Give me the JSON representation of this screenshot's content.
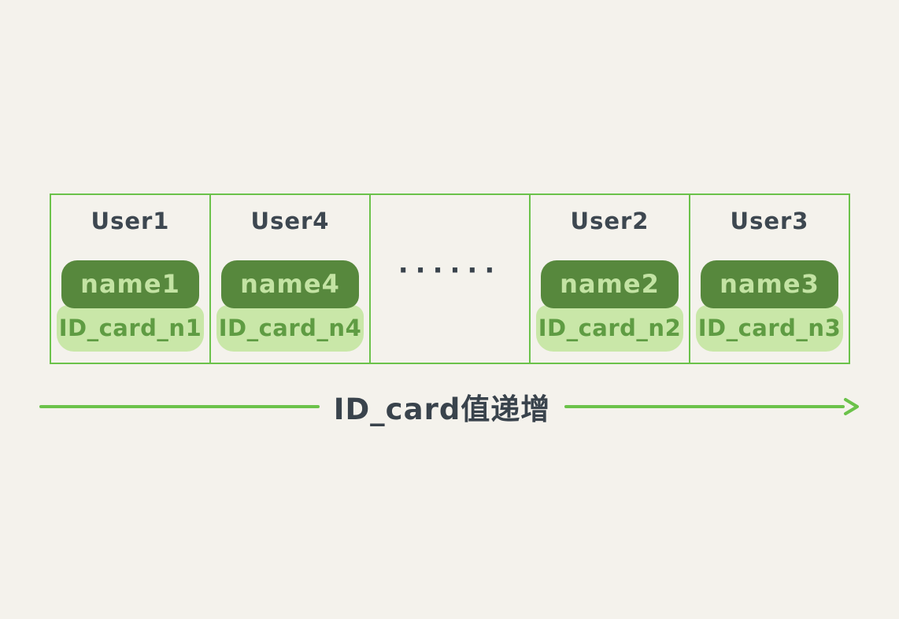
{
  "colors": {
    "background": "#f4f2ec",
    "line_green": "#6bc24a",
    "badge_dark_green": "#57883d",
    "badge_light_green": "#c9e7a8",
    "name_text_green": "#c3e3a3",
    "id_text_green": "#5f9c43",
    "heading_text": "#3d4750"
  },
  "cells": [
    {
      "title": "User1",
      "name": "name1",
      "id_card": "ID_card_n1"
    },
    {
      "title": "User4",
      "name": "name4",
      "id_card": "ID_card_n4"
    },
    {
      "ellipsis": "······"
    },
    {
      "title": "User2",
      "name": "name2",
      "id_card": "ID_card_n2"
    },
    {
      "title": "User3",
      "name": "name3",
      "id_card": "ID_card_n3"
    }
  ],
  "arrow": {
    "label": "ID_card值递增"
  }
}
